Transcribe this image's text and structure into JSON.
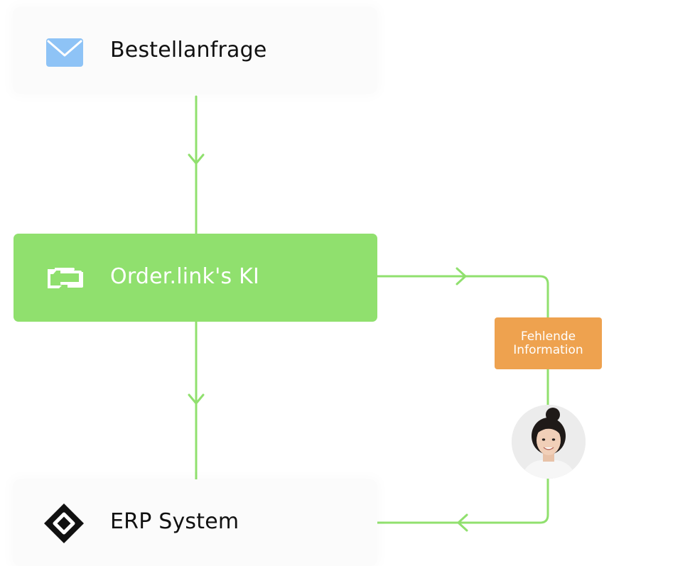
{
  "nodes": {
    "request": {
      "label": "Bestellanfrage",
      "icon": "envelope-icon"
    },
    "ai": {
      "label": "Order.link's KI",
      "icon": "orderlink-logo-icon"
    },
    "erp": {
      "label": "ERP System",
      "icon": "erp-diamond-icon"
    }
  },
  "missing_info": {
    "line1": "Fehlende",
    "line2": "Information"
  },
  "person": {
    "icon": "person-avatar"
  },
  "colors": {
    "connector": "#90e06e",
    "ai_box": "#90e06e",
    "badge": "#eea24f",
    "envelope": "#8ec3f6",
    "erp_icon": "#111111",
    "node_text": "#111111"
  }
}
